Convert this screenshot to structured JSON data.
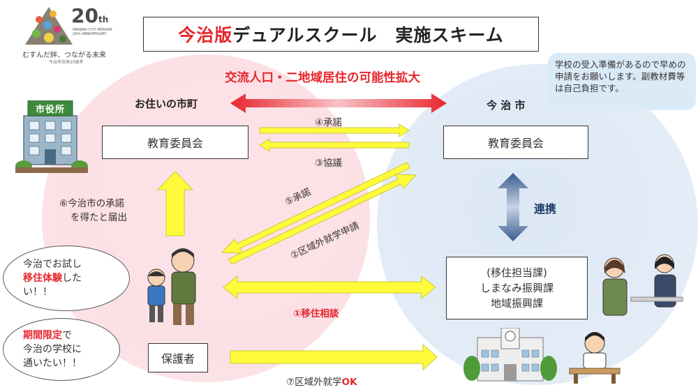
{
  "logo": {
    "tagline": "むすんだ絆、つながる未来",
    "subtagline": "今治市合併20周年",
    "number": "20",
    "suffix": "th",
    "english_line1": "IMABARI CITY MERGER",
    "english_line2": "20th ANNIVERSARY"
  },
  "title": {
    "accent": "今治版",
    "rest": "デュアルスクール　実施スキーム"
  },
  "banner": "交流人口・二地域居住の可能性拡大",
  "left": {
    "heading": "お住いの市町",
    "city_hall_sign": "市役所",
    "board": "教育委員会",
    "notice_line1": "⑥今治市の承諾",
    "notice_line2": "を得たと届出",
    "guardian": "保護者"
  },
  "right": {
    "heading": "今 治 市",
    "board": "教育委員会",
    "cooperation": "連携",
    "dept_line1": "(移住担当課)",
    "dept_line2": "しまなみ振興課",
    "dept_line3": "地域振興課",
    "note": "学校の受入準備があるので早めの申請をお願いします。副教材費等は自己負担です。"
  },
  "arrows": {
    "approval4": "④承諾",
    "consult3": "③協議",
    "approval5": "⑤承諾",
    "apply2": "②区域外就学申請",
    "consult1": "①移住相談",
    "ok7_prefix": "⑦区域外就学",
    "ok7_suffix": "OK"
  },
  "bubbles": {
    "b1_line1": "今治でお試し",
    "b1_line2_accent": "移住体験",
    "b1_line2_rest": "した",
    "b1_line3": "い！！",
    "b2_line1_accent": "期間限定",
    "b2_line1_rest": "で",
    "b2_line2": "今治の学校に",
    "b2_line3": "通いたい！！"
  },
  "colors": {
    "accent_red": "#e8262e",
    "arrow_yellow": "#fffb3a",
    "arrow_outline": "#c9c936",
    "navy": "#1f3a66"
  }
}
